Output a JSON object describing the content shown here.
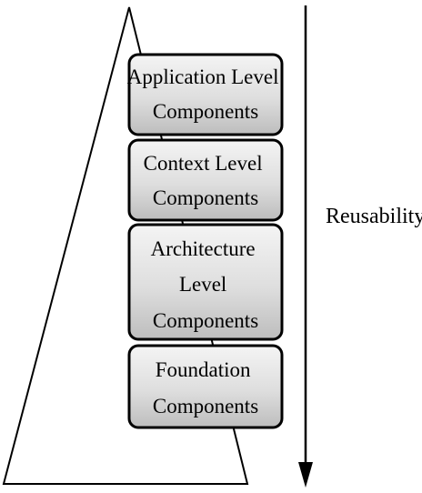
{
  "diagram": {
    "axis_label": "Reusability",
    "layers": [
      {
        "lines": [
          "Application Level",
          "Components"
        ]
      },
      {
        "lines": [
          "Context Level",
          "Components"
        ]
      },
      {
        "lines": [
          "Architecture",
          "Level",
          "Components"
        ]
      },
      {
        "lines": [
          "Foundation",
          "Components"
        ]
      }
    ]
  },
  "colors": {
    "box_fill_light": "#f7f7f7",
    "box_fill_dark": "#c4c4c4",
    "box_border": "#000000",
    "stroke": "#000000"
  }
}
